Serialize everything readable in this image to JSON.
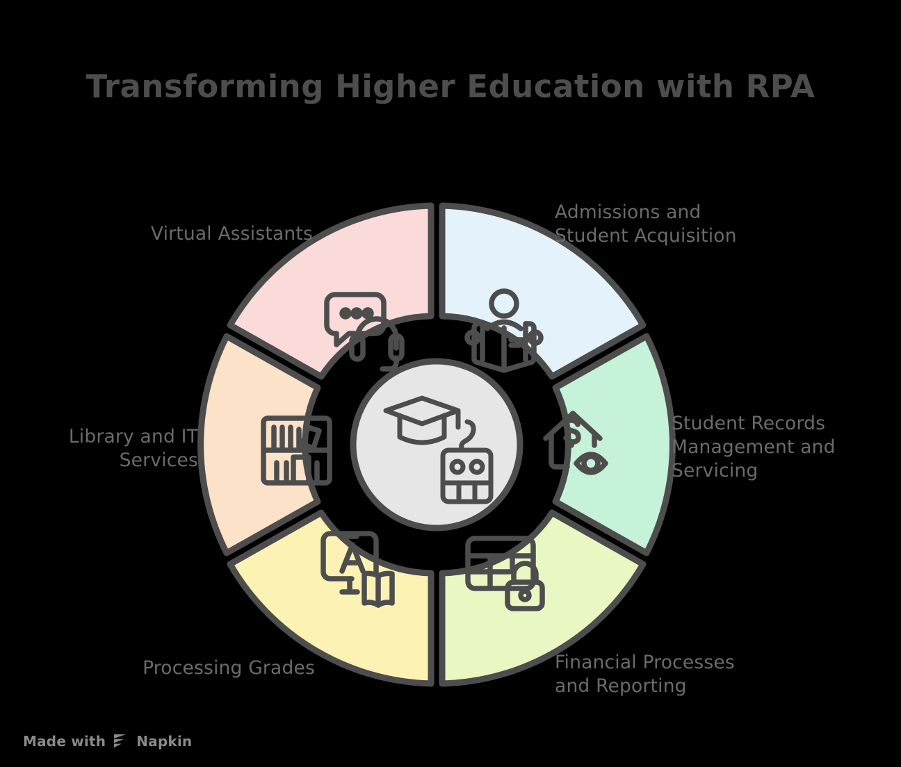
{
  "title": "Transforming Higher Education with RPA",
  "background_color": "#000000",
  "outline_color": "#4d4d4d",
  "label_color": "#6b6b6b",
  "center": {
    "name": "center-hub",
    "fill": "#e6e6e6",
    "icons": [
      "graduation-cap-icon",
      "robot-head-icon"
    ]
  },
  "segments": [
    {
      "id": "admissions",
      "label": "Admissions and\nStudent Acquisition",
      "label_line1": "Admissions and",
      "label_line2": "Student Acquisition",
      "color": "#e4f3fb",
      "icon": "person-reading-book-icon",
      "angle_start": -90,
      "angle_end": -30
    },
    {
      "id": "student-records",
      "label": "Student Records\nManagement and\nServicing",
      "label_line1": "Student Records",
      "label_line2": "Management and",
      "label_line3": "Servicing",
      "color": "#c6f2da",
      "icon": "house-dollar-eye-icon",
      "angle_start": -30,
      "angle_end": 30
    },
    {
      "id": "financial-processes",
      "label": "Financial Processes\nand Reporting",
      "label_line1": "Financial Processes",
      "label_line2": "and Reporting",
      "color": "#e9f7c2",
      "icon": "table-lock-icon",
      "angle_start": 30,
      "angle_end": 90
    },
    {
      "id": "processing-grades",
      "label": "Processing Grades",
      "label_line1": "Processing Grades",
      "color": "#fbf2b4",
      "icon": "whiteboard-book-icon",
      "angle_start": 90,
      "angle_end": 150
    },
    {
      "id": "library-it",
      "label": "Library and IT\nServices",
      "label_line1": "Library and IT",
      "label_line2": "Services",
      "color": "#fbe2c8",
      "icon": "bookshelf-icon",
      "angle_start": 150,
      "angle_end": 210
    },
    {
      "id": "virtual-assistants",
      "label": "Virtual Assistants",
      "label_line1": "Virtual Assistants",
      "color": "#fbdada",
      "icon": "chat-headset-icon",
      "angle_start": 210,
      "angle_end": 270
    }
  ],
  "footer": {
    "text": "Made with",
    "brand": "Napkin",
    "logo": "napkin-logo-icon"
  }
}
